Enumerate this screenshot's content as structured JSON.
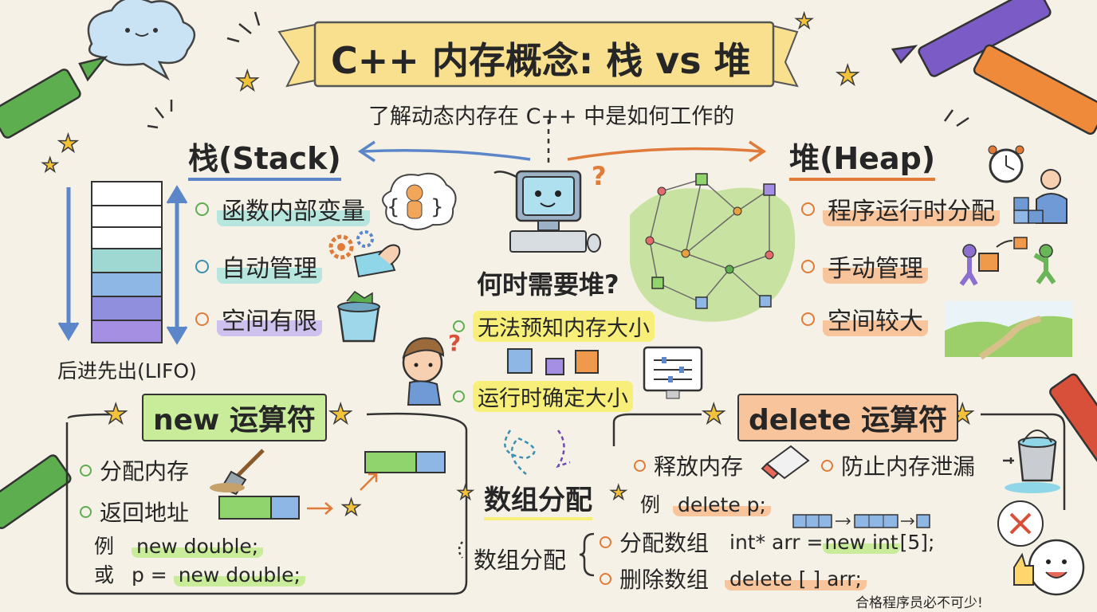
{
  "title": "C++ 内存概念: 栈 vs 堆",
  "subtitle": "了解动态内存在 C++ 中是如何工作的",
  "stack": {
    "heading": "栈(Stack)",
    "items": [
      "函数内部变量",
      "自动管理",
      "空间有限"
    ],
    "lifo_label": "后进先出(LIFO)"
  },
  "heap": {
    "heading": "堆(Heap)",
    "items": [
      "程序运行时分配",
      "手动管理",
      "空间较大"
    ]
  },
  "center": {
    "question": "何时需要堆?",
    "reasons": [
      "无法预知内存大小",
      "运行时确定大小"
    ]
  },
  "new_op": {
    "heading": "new 运算符",
    "items": [
      "分配内存",
      "返回地址"
    ],
    "example_prefix": "例",
    "example_code": "new double;",
    "or_prefix": "或",
    "or_code_a": "p = ",
    "or_code_b": "new double;"
  },
  "delete_op": {
    "heading": "delete 运算符",
    "items": [
      "释放内存",
      "防止内存泄漏"
    ],
    "example_prefix": "例",
    "example_code": "delete p;"
  },
  "array_alloc": {
    "heading": "数组分配",
    "label": "数组分配",
    "rows": [
      {
        "label": "分配数组",
        "code_a": "int* arr = ",
        "code_b": "new int",
        "code_c": "[5];"
      },
      {
        "label": "删除数组",
        "code_a": "",
        "code_b": "delete [ ] arr;",
        "code_c": ""
      }
    ]
  },
  "footer": "合格程序员必不可少!",
  "colors": {
    "background": "#f6f1e6",
    "stack_blue": "#5b86c9",
    "heap_orange": "#e07b39",
    "green_hl": "#c9ec9a",
    "yellow_hl": "#f7ef7a",
    "orange_hl": "#f8c49c",
    "teal_hl": "#b6e6de",
    "purple_hl": "#cfc1ee",
    "banner_yellow": "#f9e08f"
  },
  "icons": [
    "cloud-icon",
    "crayon-icon",
    "star-icon",
    "robot-computer-icon",
    "question-mark-icon",
    "gingerbread-icon",
    "gears-icon",
    "cleaning-hand-icon",
    "trash-bin-icon",
    "alarm-clock-icon",
    "worker-boxes-icon",
    "movers-icon",
    "landscape-icon",
    "network-graph-icon",
    "thinking-boy-icon",
    "cubes-icon",
    "settings-monitor-icon",
    "shovel-icon",
    "eraser-icon",
    "leaking-bucket-icon",
    "thumbs-up-icon",
    "x-mark-icon"
  ]
}
